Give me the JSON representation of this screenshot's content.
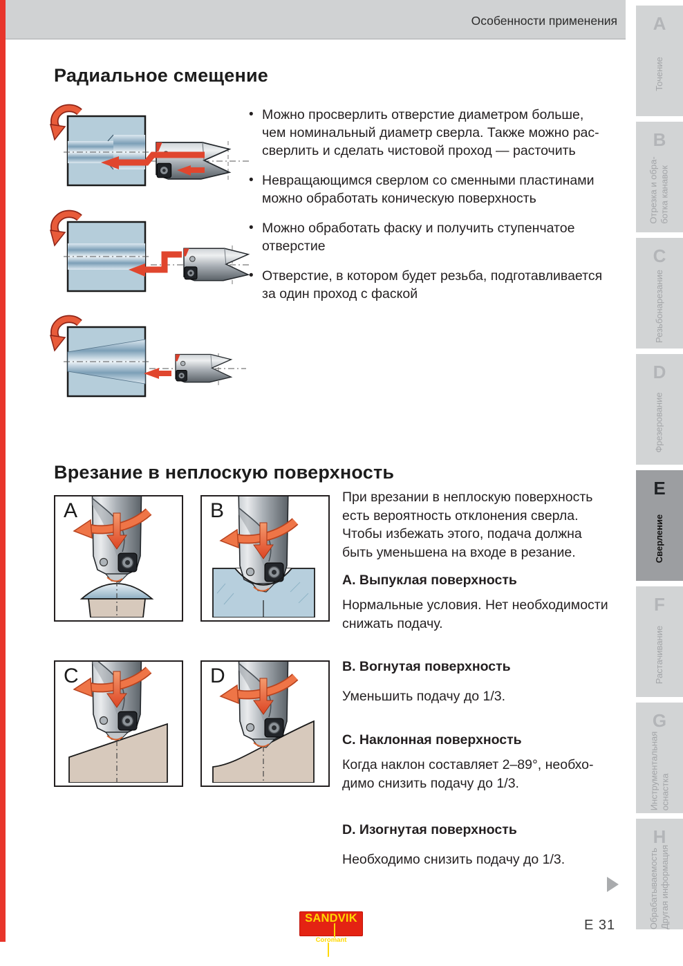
{
  "page": {
    "header_label": "Особенности применения",
    "page_number": "E 31",
    "logo": {
      "brand": "SANDVIK",
      "sub": "Coromant"
    },
    "accent_red": "#e8352b",
    "header_gray": "#d0d2d3"
  },
  "section_radial": {
    "title": "Радиальное смещение",
    "bullets": [
      "Можно просверлить отверстие диаметром больше,\nчем номинальный диаметр сверла. Также можно рас-\nсверлить и сделать чистовой проход — расточить",
      "Невращающимся сверлом со сменными пластинами\nможно обработать коническую поверхность",
      "Можно обработать фаску и получить ступенчатое\nотверстие",
      "Отверстие, в котором будет резьба, подготавливается\nза один проход с фаской"
    ]
  },
  "section_plunge": {
    "title": "Врезание в неплоскую поверхность",
    "intro": "При врезании в неплоскую поверхность\nесть вероятность отклонения сверла.\nЧтобы избежать этого, подача должна\nбыть уменьшена на входе в резание.",
    "figures": [
      {
        "label": "A"
      },
      {
        "label": "B"
      },
      {
        "label": "C"
      },
      {
        "label": "D"
      }
    ],
    "items": [
      {
        "heading": "А. Выпуклая поверхность",
        "text": "Нормальные условия. Нет необходимости\nснижать подачу."
      },
      {
        "heading": "В. Вогнутая поверхность",
        "text": "Уменьшить подачу до 1/3."
      },
      {
        "heading": "С. Наклонная поверхность",
        "text": "Когда наклон составляет 2–89°, необхо-\nдимо снизить подачу до 1/3."
      },
      {
        "heading": "D. Изогнутая поверхность",
        "text": "Необходимо снизить подачу до 1/3."
      }
    ]
  },
  "sidebar": {
    "active_color": "#9c9ea1",
    "inactive_color": "#d2d4d5",
    "tabs": [
      {
        "letter": "A",
        "label": "Точение",
        "active": false
      },
      {
        "letter": "B",
        "label": "Отрезка и обра-\nботка канавок",
        "active": false
      },
      {
        "letter": "C",
        "label": "Резьбонарезание",
        "active": false
      },
      {
        "letter": "D",
        "label": "Фрезерование",
        "active": false
      },
      {
        "letter": "E",
        "label": "Сверление",
        "active": true
      },
      {
        "letter": "F",
        "label": "Растачивание",
        "active": false
      },
      {
        "letter": "G",
        "label": "Инструментальная\nоснастка",
        "active": false
      },
      {
        "letter": "H",
        "label": "Обрабатываемость\nДругая информация",
        "active": false
      }
    ]
  }
}
